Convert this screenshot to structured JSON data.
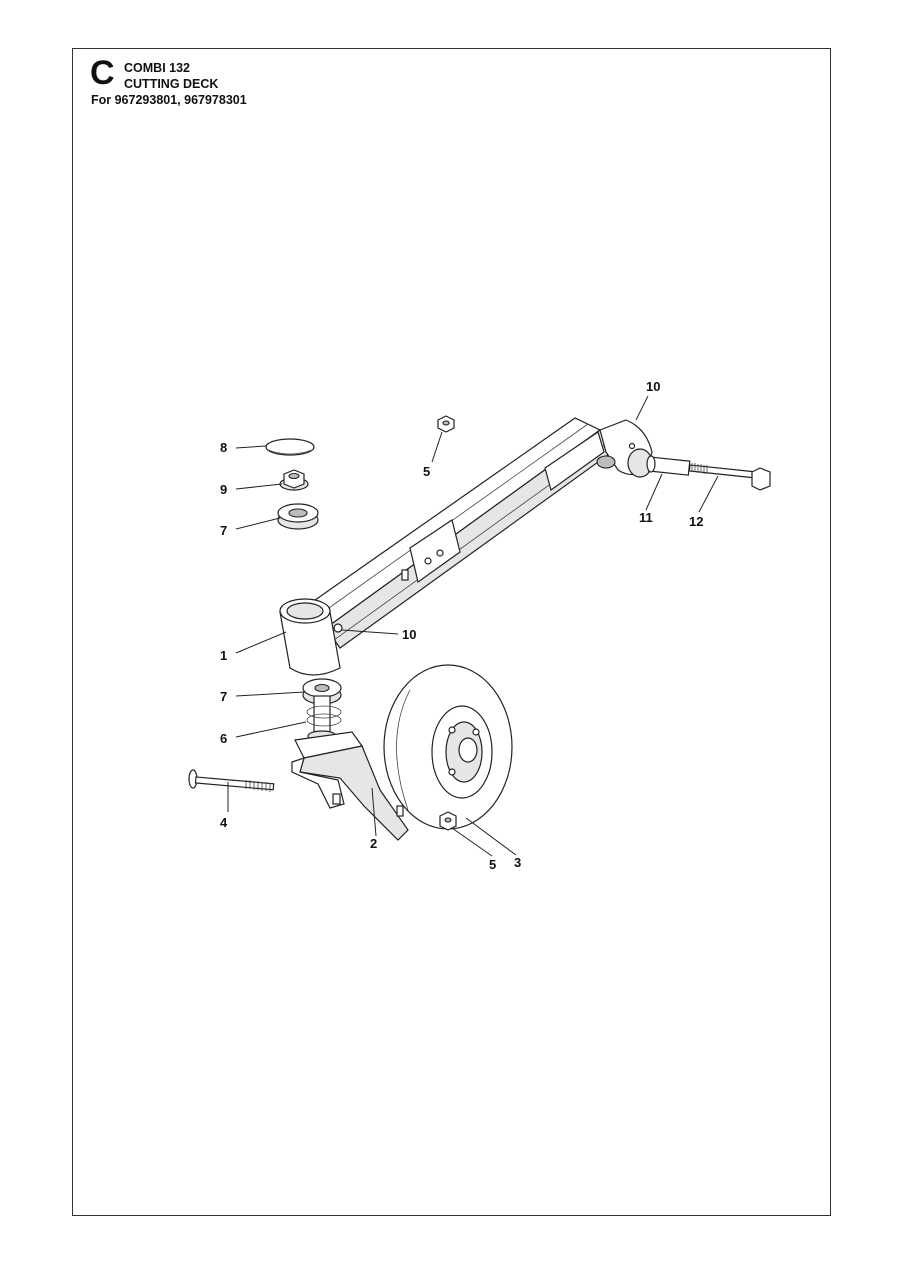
{
  "header": {
    "section_letter": "C",
    "model": "COMBI 132",
    "assembly": "CUTTING DECK",
    "applies_to": "For 967293801, 967978301"
  },
  "callouts": [
    {
      "id": "c-10-top",
      "label": "10"
    },
    {
      "id": "c-8",
      "label": "8"
    },
    {
      "id": "c-5-top",
      "label": "5"
    },
    {
      "id": "c-9",
      "label": "9"
    },
    {
      "id": "c-7-top",
      "label": "7"
    },
    {
      "id": "c-11",
      "label": "11"
    },
    {
      "id": "c-12",
      "label": "12"
    },
    {
      "id": "c-1",
      "label": "1"
    },
    {
      "id": "c-10-mid",
      "label": "10"
    },
    {
      "id": "c-7-bot",
      "label": "7"
    },
    {
      "id": "c-6",
      "label": "6"
    },
    {
      "id": "c-4",
      "label": "4"
    },
    {
      "id": "c-2",
      "label": "2"
    },
    {
      "id": "c-5-bot",
      "label": "5"
    },
    {
      "id": "c-3",
      "label": "3"
    }
  ]
}
